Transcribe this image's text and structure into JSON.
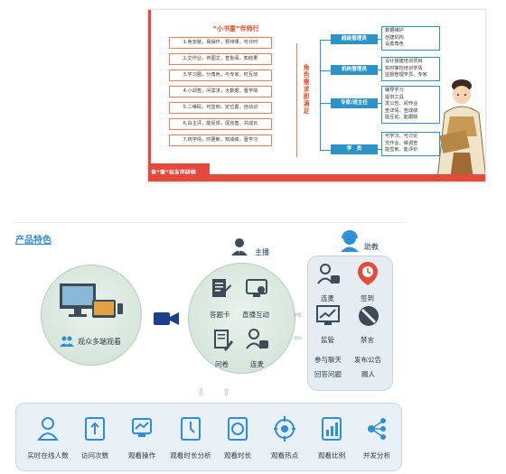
{
  "slide": {
    "title": "“小书童”伴师行",
    "rules": [
      "1.免安装，易操作，预排课，可计时",
      "2.交作业，传图文，查批阅，知结果",
      "3.学习圈，分角色，与专家，时互动",
      "4.小调查，问需求，大数据，晋学情",
      "5.二维码，可签到，定位置，自动识",
      "6.白主评，能反馈，促完善，共成长",
      "7.统学情，时更新，知成绩，晋学习"
    ],
    "vertical_label": "角色需求即满足",
    "roles": [
      {
        "name": "超级管理员",
        "desc": [
          "数据维护",
          "创建机构",
          "设置角色"
        ]
      },
      {
        "name": "机构管理员",
        "desc": [
          "设计搭建培训项目",
          "实时掌控培训学情",
          "监督管理学员、专家"
        ]
      },
      {
        "name": "专家/班主任",
        "desc": [
          "辅导学习",
          "提供工具",
          "发公告、阅作业",
          "查详情、查成绩",
          "能互动、能跟踪"
        ]
      },
      {
        "name": "学　员",
        "desc": [
          "可学习、可讨论",
          "交作业、做调查",
          "能签到、能评价"
        ]
      }
    ],
    "footer": "食“童”益友伴研修"
  },
  "feature": {
    "heading": "产品特色",
    "host_label": "主播",
    "assistant_label": "助教",
    "viewer_label": "观众多端观看",
    "host_tools": [
      "答题卡",
      "直播互动",
      "问卷",
      "连麦"
    ],
    "assistant_tools": [
      "连麦",
      "签到",
      "监管",
      "禁言"
    ],
    "assistant_extra": [
      "参与聊天",
      "发布公告",
      "回答问题",
      "踢人"
    ],
    "stats": [
      "实时在线人数",
      "访问次数",
      "观看操作",
      "观看时长分析",
      "观看时长",
      "观看热点",
      "观看比例",
      "并发分析"
    ]
  },
  "colors": {
    "slide_accent": "#e6483c",
    "role_blue": "#2c93c9",
    "feature_blue": "#2e8fd6",
    "icon_dark": "#3d4b57"
  }
}
